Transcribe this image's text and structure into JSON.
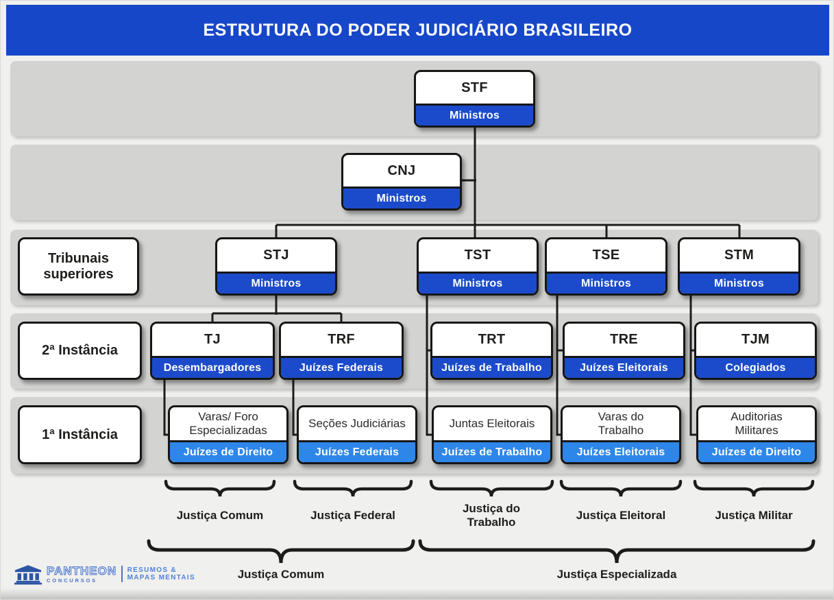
{
  "title": "ESTRUTURA DO PODER JUDICIÁRIO BRASILEIRO",
  "colors": {
    "header_blue": "#1747c9",
    "strip_blue_dark": "#1b4bca",
    "strip_blue_light": "#2e86e9",
    "band_gray": "#d3d3d1",
    "line_black": "#1c1c1c"
  },
  "row_labels": {
    "superior": "Tribunais superiores",
    "second": "2ª Instância",
    "first": "1ª Instância"
  },
  "nodes": {
    "stf": {
      "title": "STF",
      "members": "Ministros"
    },
    "cnj": {
      "title": "CNJ",
      "members": "Ministros"
    },
    "stj": {
      "title": "STJ",
      "members": "Ministros"
    },
    "tst": {
      "title": "TST",
      "members": "Ministros"
    },
    "tse": {
      "title": "TSE",
      "members": "Ministros"
    },
    "stm": {
      "title": "STM",
      "members": "Ministros"
    },
    "tj": {
      "title": "TJ",
      "members": "Desembargadores"
    },
    "trf": {
      "title": "TRF",
      "members": "Juízes Federais"
    },
    "trt": {
      "title": "TRT",
      "members": "Juízes de Trabalho"
    },
    "tre": {
      "title": "TRE",
      "members": "Juízes Eleitorais"
    },
    "tjm": {
      "title": "TJM",
      "members": "Colegiados"
    },
    "varas_foro": {
      "title": "Varas/ Foro Especializadas",
      "members": "Juízes de Direito"
    },
    "secoes": {
      "title": "Seções Judiciárias",
      "members": "Juízes Federais"
    },
    "juntas": {
      "title": "Juntas Eleitorais",
      "members": "Juízes de Trabalho"
    },
    "varas_trabalho": {
      "title": "Varas do Trabalho",
      "members": "Juízes Eleitorais"
    },
    "auditorias": {
      "title": "Auditorias Militares",
      "members": "Juízes de Direito"
    }
  },
  "branch_labels": [
    "Justiça Comum",
    "Justiça Federal",
    "Justiça do Trabalho",
    "Justiça Eleitoral",
    "Justiça Militar"
  ],
  "group_labels": [
    "Justiça Comum",
    "Justiça Especializada"
  ],
  "logo": {
    "brand": "PANTHEON",
    "brand_sub": "CONCURSOS",
    "tagline_line1": "RESUMOS &",
    "tagline_line2": "MAPAS MENTAIS"
  }
}
